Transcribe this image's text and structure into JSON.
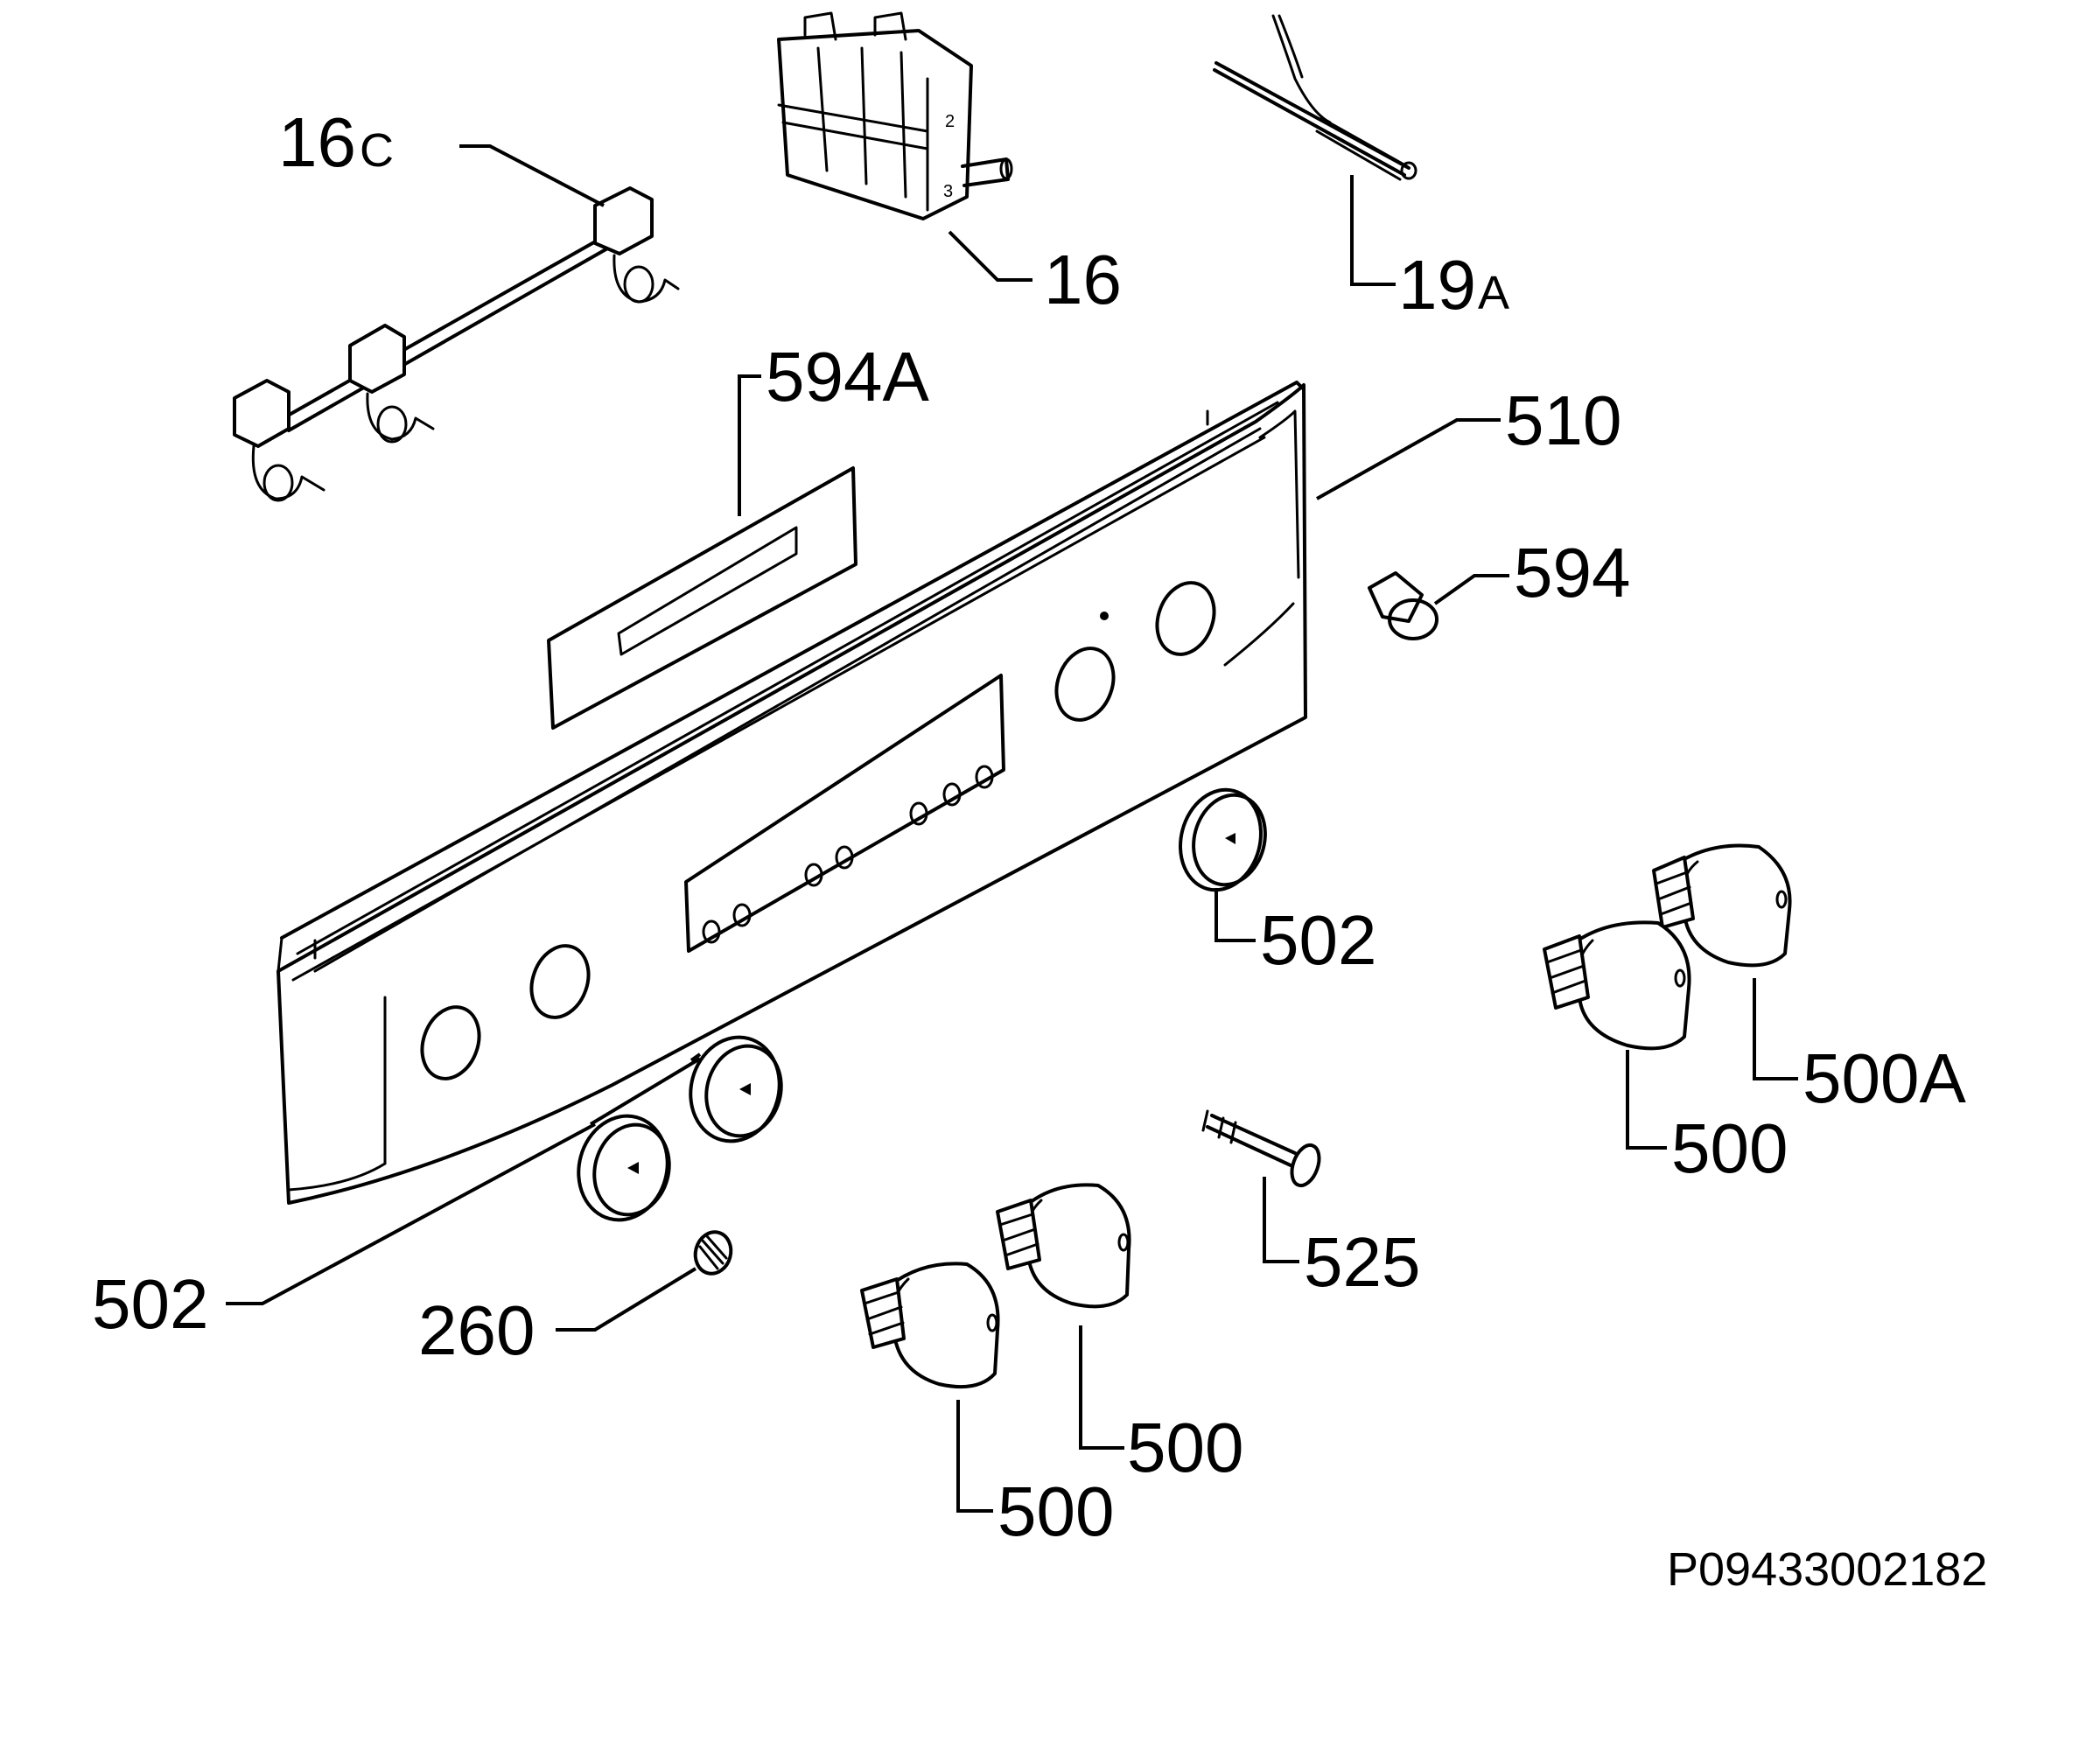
{
  "labels": {
    "p16c_num": "16",
    "p16c_suffix": "C",
    "p16": "16",
    "p19a_num": "19",
    "p19a_suffix": "A",
    "p594a": "594A",
    "p510": "510",
    "p594": "594",
    "p502_right": "502",
    "p500a": "500A",
    "p500_right": "500",
    "p525": "525",
    "p502_left": "502",
    "p260": "260",
    "p500_mid": "500",
    "p500_low": "500"
  },
  "reference_code": "P09433002182",
  "icons": {
    "wiring_harness": "wiring-harness-icon",
    "selector_switch": "selector-switch-icon",
    "sensor_probe": "sensor-probe-icon",
    "display_window": "display-window-icon",
    "control_panel": "control-panel-icon",
    "indicator_lens": "indicator-lens-icon",
    "knob_bezel": "knob-bezel-icon",
    "control_knob": "control-knob-icon",
    "spindle_pin": "spindle-pin-icon",
    "spring": "spring-icon"
  }
}
